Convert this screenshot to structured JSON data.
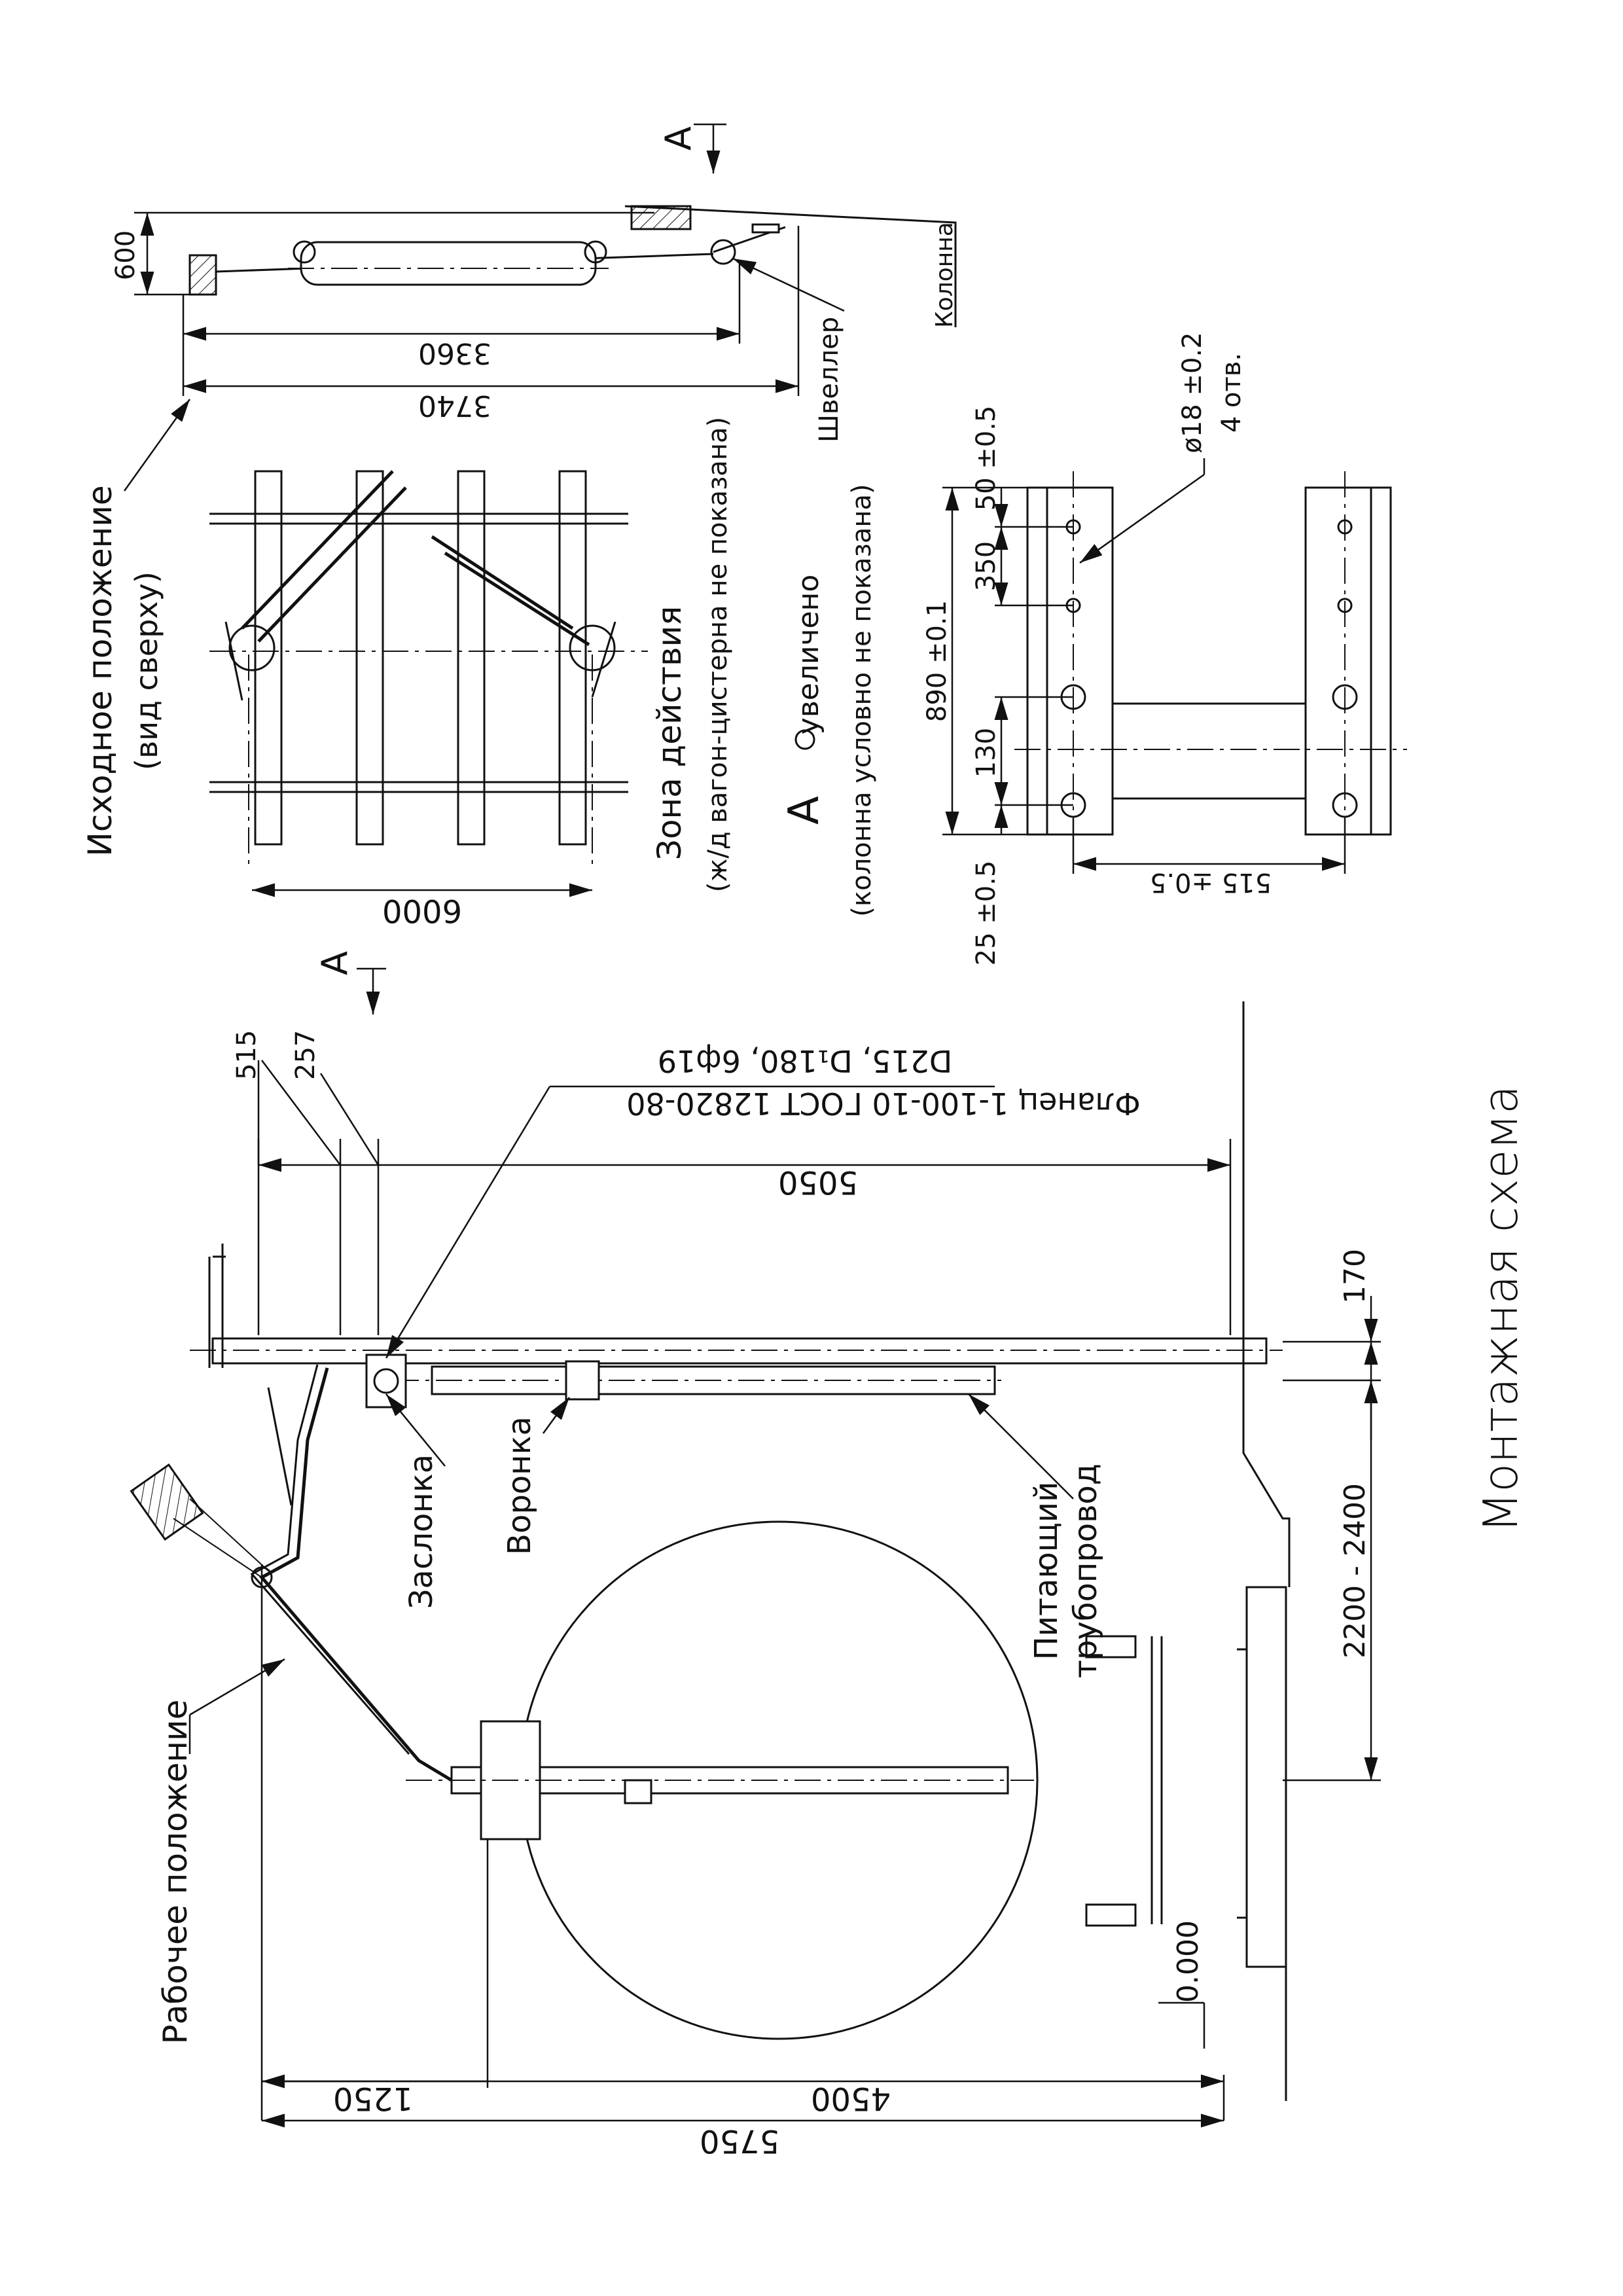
{
  "title": "Монтажная схема",
  "views": {
    "side": {
      "dims": {
        "d5750": "5750",
        "d4500": "4500",
        "d1250": "1250",
        "d5050": "5050",
        "d515": "515",
        "d257": "257",
        "d2200": "2200 - 2400",
        "d170": "170",
        "elev": "0.000"
      },
      "labels": {
        "working_position": "Рабочее положение",
        "gate": "Заслонка",
        "funnel": "Воронка",
        "supply_pipe_1": "Питающий",
        "supply_pipe_2": "трубопровод",
        "flange_1": "Фланец 1-100-10 ГОСТ 12820-80",
        "flange_2": "D215, D₁180, 6ф19",
        "section_a": "А"
      }
    },
    "top": {
      "dims": {
        "d6000": "6000"
      },
      "labels": {
        "initial_1": "Исходное положение",
        "initial_2": "(вид сверху)",
        "zone_1": "Зона действия",
        "zone_2": "(ж/д вагон-цистерна не показана)"
      }
    },
    "plan": {
      "dims": {
        "d600": "600",
        "d3360": "3360",
        "d3740": "3740"
      },
      "labels": {
        "channel": "Швеллер",
        "column": "Колонна",
        "section_a": "А"
      }
    },
    "detail_a": {
      "labels": {
        "title_letter": "А",
        "enlarged": "увеличено",
        "note": "(колонна условно не показана)",
        "holes_1": "ø18 ±0.2",
        "holes_2": "4 отв."
      },
      "dims": {
        "d50": "50 ±0.5",
        "d350": "350",
        "d890": "890 ±0.1",
        "d130": "130",
        "d25": "25 ±0.5",
        "d515": "515 ±0.5"
      }
    }
  }
}
